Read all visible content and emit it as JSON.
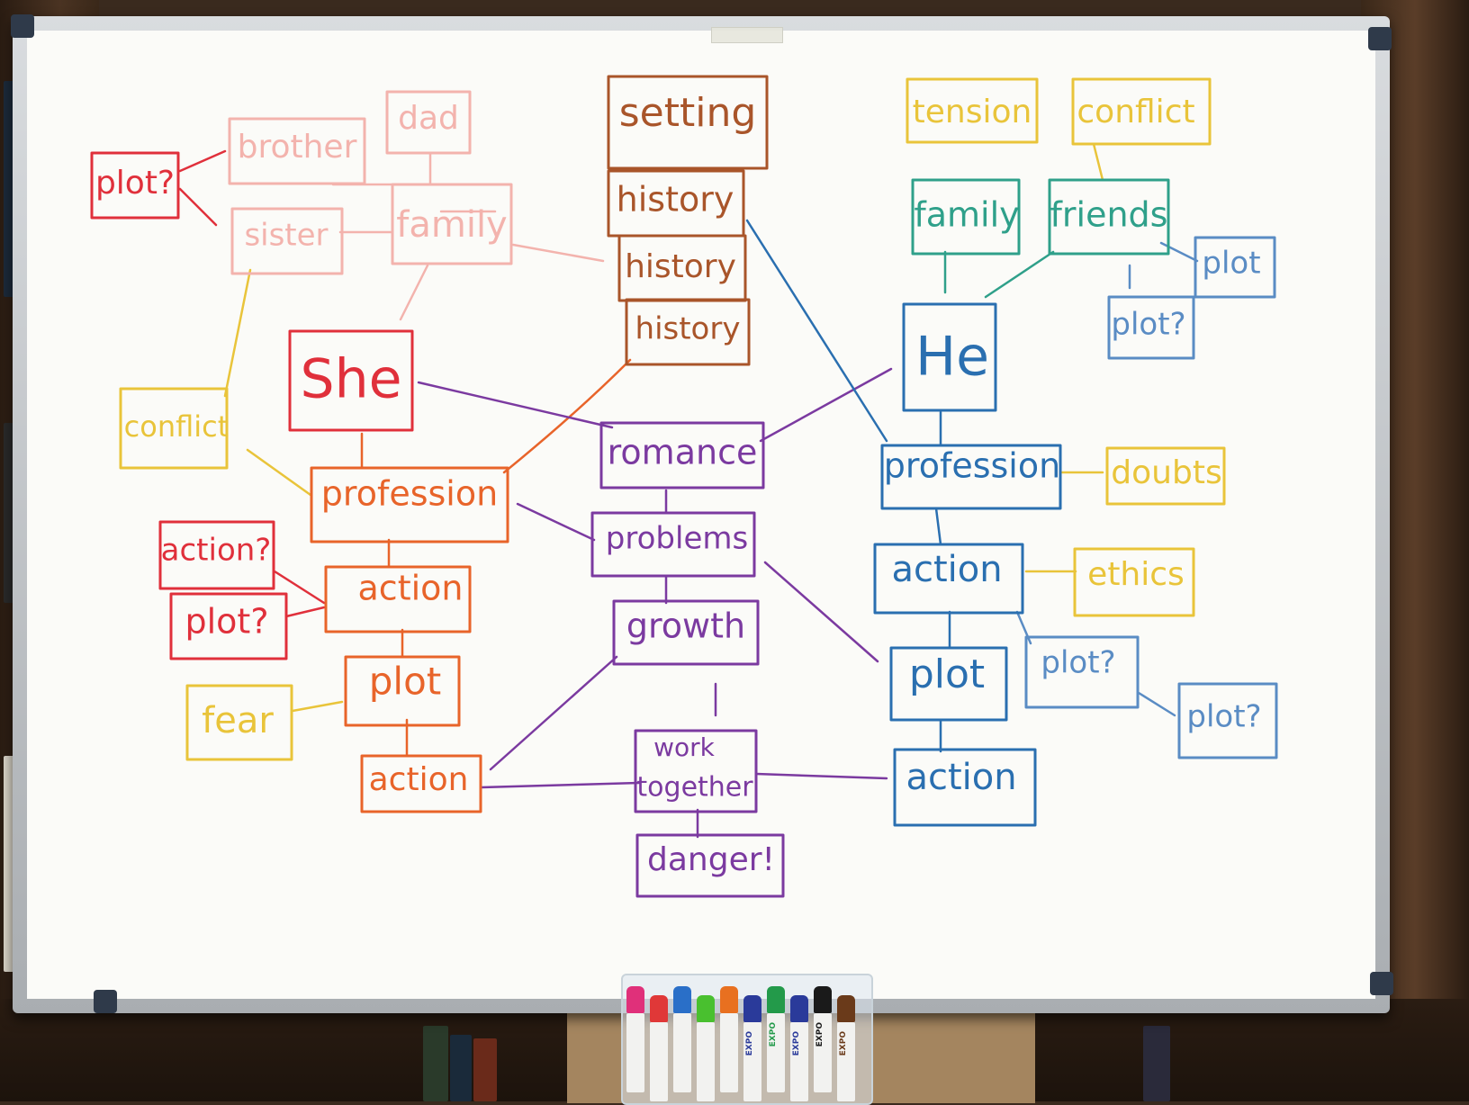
{
  "board": {
    "colors": {
      "pink": "#f3b3ad",
      "red": "#e0303b",
      "orange": "#e8642a",
      "brown": "#a9552a",
      "yellow": "#e9c43a",
      "purple": "#7b3aa0",
      "teal": "#2fa08a",
      "blue": "#2a6fb0",
      "lightblue": "#5a8cc4"
    },
    "nodes": {
      "setting": "setting",
      "history_1": "history",
      "history_2": "history",
      "history_3": "history",
      "dad": "dad",
      "brother": "brother",
      "plot_q_top_left": "plot?",
      "sister": "sister",
      "family_left": "family",
      "she": "She",
      "conflict_left": "conflict",
      "profession_left": "profession",
      "action_q_left": "action?",
      "plot_q_left": "plot?",
      "action_left": "action",
      "plot_left": "plot",
      "fear": "fear",
      "action_left_bottom": "action",
      "romance": "romance",
      "problems": "problems",
      "growth": "growth",
      "work_together": [
        "work",
        "together"
      ],
      "danger": "danger!",
      "tension": "tension",
      "conflict_right": "conflict",
      "family_right": "family",
      "friends": "friends",
      "plot_right_top": "plot",
      "plot_q_right_top": "plot?",
      "he": "He",
      "profession_right": "profession",
      "doubts": "doubts",
      "action_right": "action",
      "ethics": "ethics",
      "plot_right": "plot",
      "plot_q_right_1": "plot?",
      "plot_q_right_2": "plot?",
      "action_right_bottom": "action"
    }
  },
  "markers": [
    {
      "color": "#e0307a",
      "label": ""
    },
    {
      "color": "#e03838",
      "label": ""
    },
    {
      "color": "#2a6fc8",
      "label": ""
    },
    {
      "color": "#49c02f",
      "label": ""
    },
    {
      "color": "#e87020",
      "label": ""
    },
    {
      "color": "#2a3a9a",
      "label": "EXPO"
    },
    {
      "color": "#239a4a",
      "label": "EXPO"
    },
    {
      "color": "#2a3a9a",
      "label": "EXPO"
    },
    {
      "color": "#1a1a1a",
      "label": "EXPO"
    },
    {
      "color": "#6a3a1a",
      "label": "EXPO"
    }
  ]
}
